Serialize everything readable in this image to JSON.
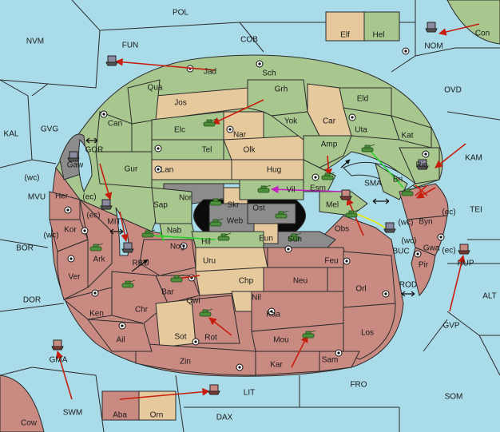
{
  "map": {
    "title": "",
    "colors": {
      "sea": "#a9dbe8",
      "green_power": "#a8c78e",
      "tan_power": "#e6c99c",
      "red_power": "#c98a82",
      "neutral_grey": "#8c8c8c",
      "impassable": "#0b0b0b",
      "order_arrow": "#c81e0e"
    },
    "provinces": {
      "POL": "POL",
      "NVM": "NVM",
      "FUN": "FUN",
      "COB": "COB",
      "Elf": "Elf",
      "Hel": "Hel",
      "NOM": "NOM",
      "Con": "Con",
      "OVD": "OVD",
      "KAL": "KAL",
      "GVG": "GVG",
      "Jad": "Jad",
      "Sch": "Sch",
      "Qua": "Qua",
      "Jos": "Jos",
      "Grh": "Grh",
      "Eld": "Eld",
      "Can": "Can",
      "Elc": "Elc",
      "Nar": "Nar",
      "Yok": "Yok",
      "Car": "Car",
      "Uta": "Uta",
      "Kat": "Kat",
      "KAM": "KAM",
      "GOR": "GOR",
      "Gaw": "Gaw",
      "Tel": "Tel",
      "Olk": "Olk",
      "Amp": "Amp",
      "Rie": "Rie",
      "Gur": "Gur",
      "Lan": "Lan",
      "Hug": "Hug",
      "SMA": "SMA",
      "Esm": "Esm",
      "Bri": "Bri",
      "Her": "Her",
      "MVU": "MVU",
      "Nor": "Nor",
      "Skr": "Skr",
      "Vil": "Vil",
      "Mel": "Mel",
      "TEI": "TEI",
      "Sap": "Sap",
      "Ost": "Ost",
      "Web": "Web",
      "Byn": "Byn",
      "MIT": "MIT",
      "Kor": "Kor",
      "Eun": "Eun",
      "Obs": "Obs",
      "BOR": "BOR",
      "Nab": "Nab",
      "Hil": "Hil",
      "Sun": "Sun",
      "Gwa": "Gwa",
      "RBU": "RBU",
      "Ark": "Ark",
      "Nog": "Nog",
      "Uru": "Uru",
      "Feu": "Feu",
      "BUC": "BUC",
      "Pir": "Pir",
      "HUP": "HUP",
      "Ver": "Ver",
      "Chp": "Chp",
      "Neu": "Neu",
      "Orl": "Orl",
      "DOR": "DOR",
      "Bar": "Bar",
      "Qwi": "Qwi",
      "Nil": "Nil",
      "ROD": "ROD",
      "ALT": "ALT",
      "Ken": "Ken",
      "Chr": "Chr",
      "Kaa": "Kaa",
      "GVP": "GVP",
      "Sot": "Sot",
      "Rot": "Rot",
      "Los": "Los",
      "Ail": "Ail",
      "Mou": "Mou",
      "GMA": "GMA",
      "Sam": "Sam",
      "Zin": "Zin",
      "Kar": "Kar",
      "FRO": "FRO",
      "SOM": "SOM",
      "LIT": "LIT",
      "SWM": "SWM",
      "Aba": "Aba",
      "Orn": "Orn",
      "DAX": "DAX",
      "Cow": "Cow"
    },
    "coast_tags": {
      "wc": "(wc)",
      "ec": "(ec)"
    },
    "units": {
      "army": "army",
      "fleet": "fleet"
    },
    "icons": {
      "army": "tank-icon",
      "fleet": "ship-icon",
      "supply_center": "supply-center-icon",
      "convoy_link": "double-arrow-icon"
    }
  }
}
